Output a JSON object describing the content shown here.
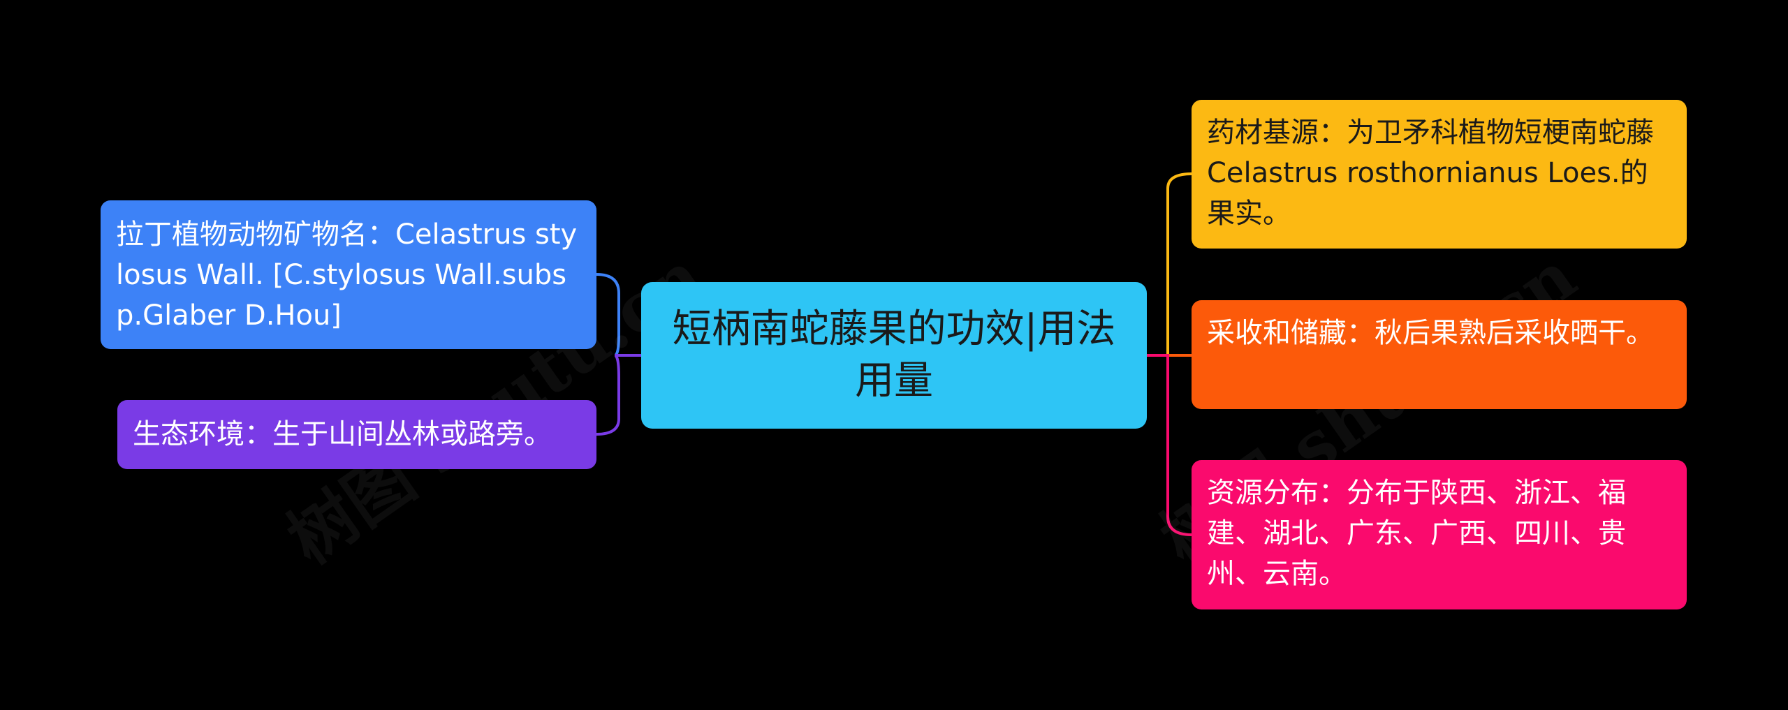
{
  "central": {
    "text": "短柄南蛇藤果的功效|用法用量",
    "color": "#2ec5f5"
  },
  "left_branches": [
    {
      "text": "拉丁植物动物矿物名：Celastrus stylosus Wall. [C.stylosus Wall.subsp.Glaber D.Hou]",
      "color": "#3d82f7",
      "line_color": "#3d82f7"
    },
    {
      "text": "生态环境：生于山间丛林或路旁。",
      "color": "#7a3be6",
      "line_color": "#7a3be6"
    }
  ],
  "right_branches": [
    {
      "text": "药材基源：为卫矛科植物短梗南蛇藤Celastrus rosthornianus Loes.的果实。",
      "color": "#fcb913",
      "line_color": "#fcb913"
    },
    {
      "text": "采收和储藏：秋后果熟后采收晒干。",
      "color": "#fc5a0a",
      "line_color": "#fc5a0a"
    },
    {
      "text": "资源分布：分布于陕西、浙江、福建、湖北、广东、广西、四川、贵州、云南。",
      "color": "#fa0a6d",
      "line_color": "#fa0a6d"
    }
  ],
  "watermark": {
    "text": "树图 shutu.cn"
  }
}
